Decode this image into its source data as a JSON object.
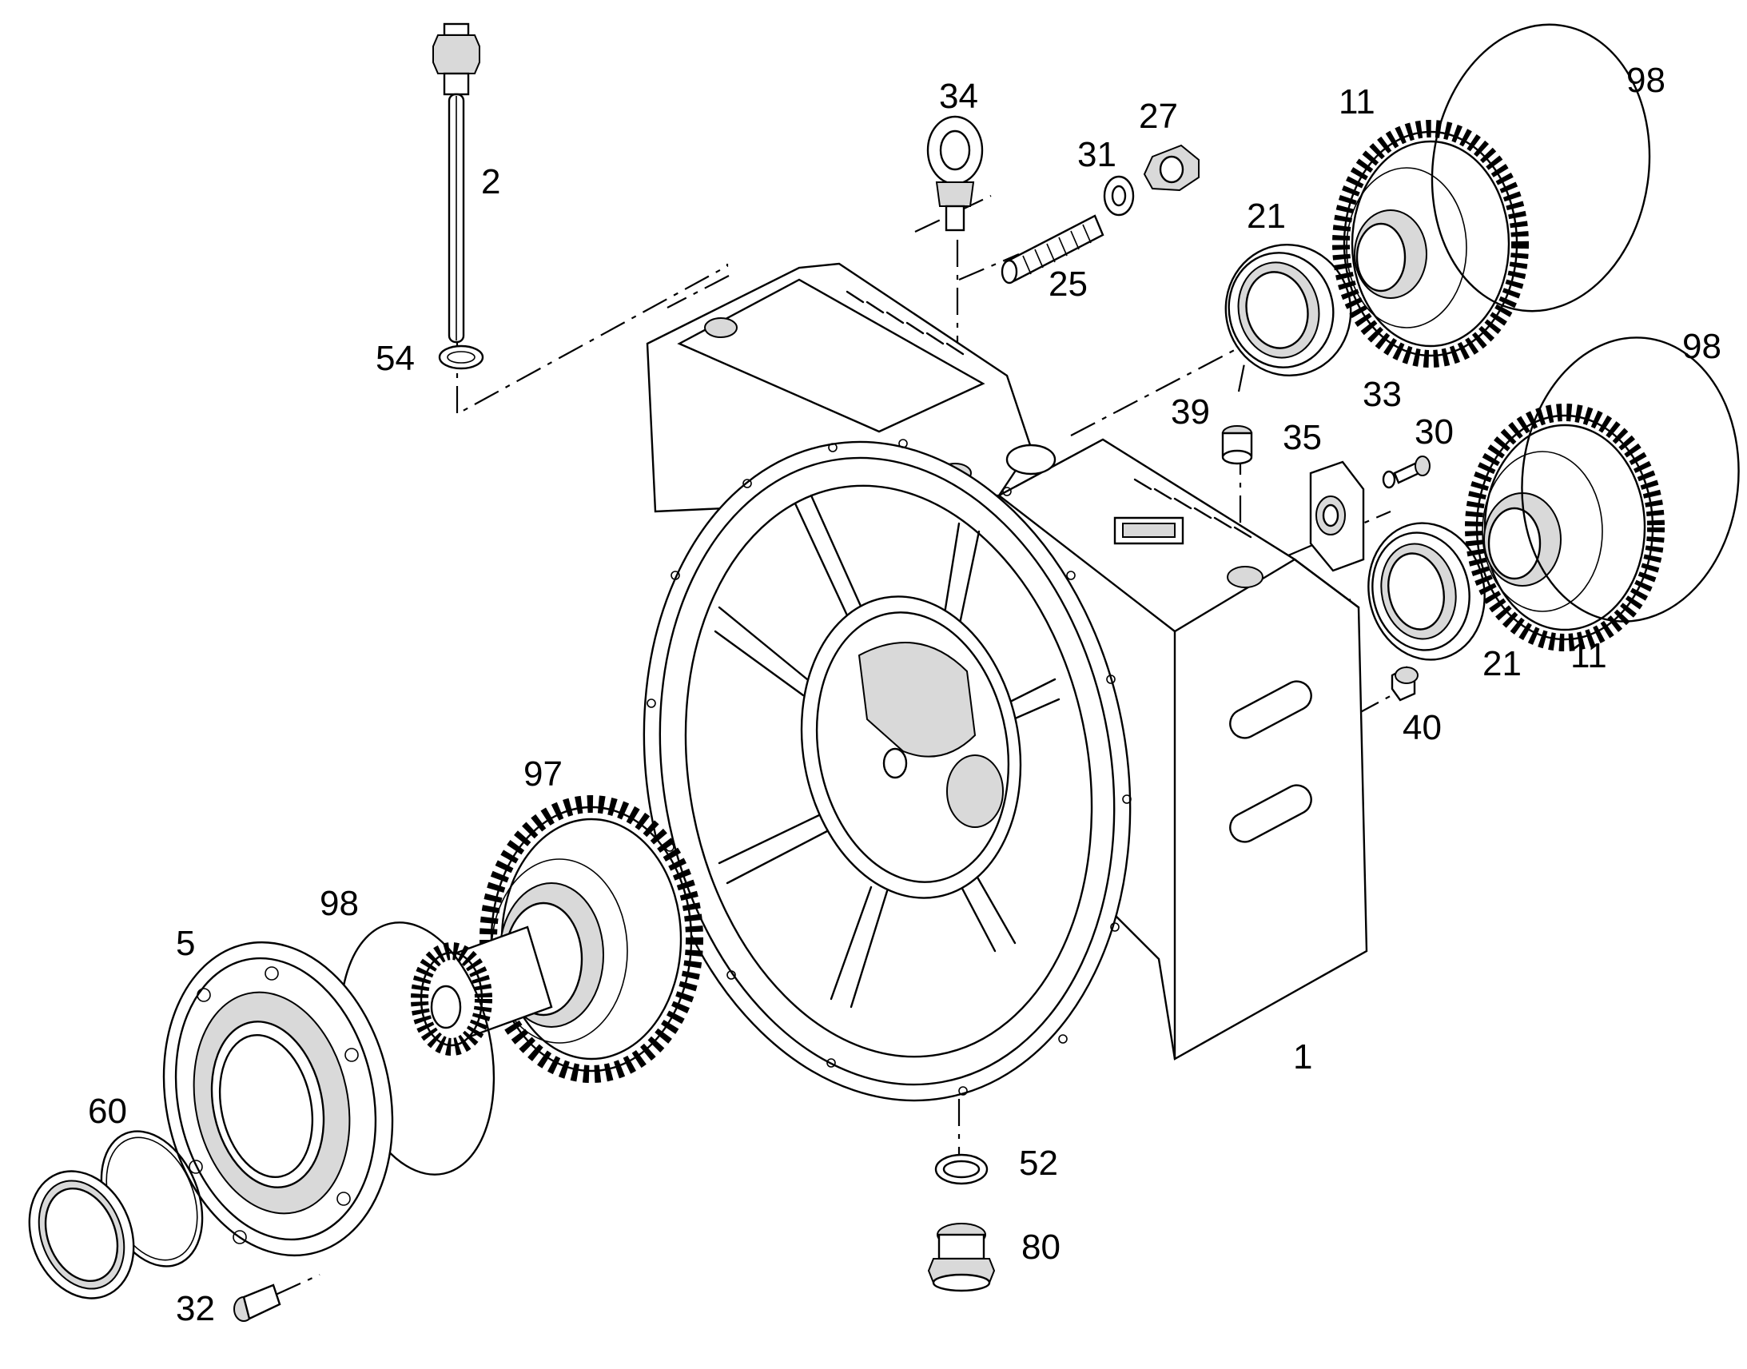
{
  "callouts": [
    {
      "id": "c1",
      "text": "1"
    },
    {
      "id": "c2",
      "text": "2"
    },
    {
      "id": "c5",
      "text": "5"
    },
    {
      "id": "c11a",
      "text": "11"
    },
    {
      "id": "c11b",
      "text": "11"
    },
    {
      "id": "c21a",
      "text": "21"
    },
    {
      "id": "c21b",
      "text": "21"
    },
    {
      "id": "c25",
      "text": "25"
    },
    {
      "id": "c27",
      "text": "27"
    },
    {
      "id": "c30",
      "text": "30"
    },
    {
      "id": "c31",
      "text": "31"
    },
    {
      "id": "c32",
      "text": "32"
    },
    {
      "id": "c33",
      "text": "33"
    },
    {
      "id": "c34",
      "text": "34"
    },
    {
      "id": "c35",
      "text": "35"
    },
    {
      "id": "c39",
      "text": "39"
    },
    {
      "id": "c40",
      "text": "40"
    },
    {
      "id": "c52",
      "text": "52"
    },
    {
      "id": "c54",
      "text": "54"
    },
    {
      "id": "c60",
      "text": "60"
    },
    {
      "id": "c80",
      "text": "80"
    },
    {
      "id": "c97",
      "text": "97"
    },
    {
      "id": "c98a",
      "text": "98"
    },
    {
      "id": "c98b",
      "text": "98"
    },
    {
      "id": "c98c",
      "text": "98"
    }
  ]
}
